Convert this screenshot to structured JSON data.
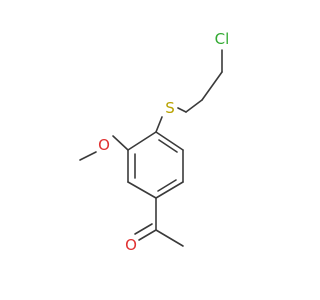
{
  "molecule": {
    "atoms": {
      "cl": {
        "symbol": "Cl",
        "color": "#33aa33"
      },
      "s": {
        "symbol": "S",
        "color": "#b8a200"
      },
      "o_methoxy": {
        "symbol": "O",
        "color": "#e03030"
      },
      "o_carbonyl": {
        "symbol": "O",
        "color": "#e03030"
      }
    },
    "bond_color": "#3a3a3a"
  }
}
